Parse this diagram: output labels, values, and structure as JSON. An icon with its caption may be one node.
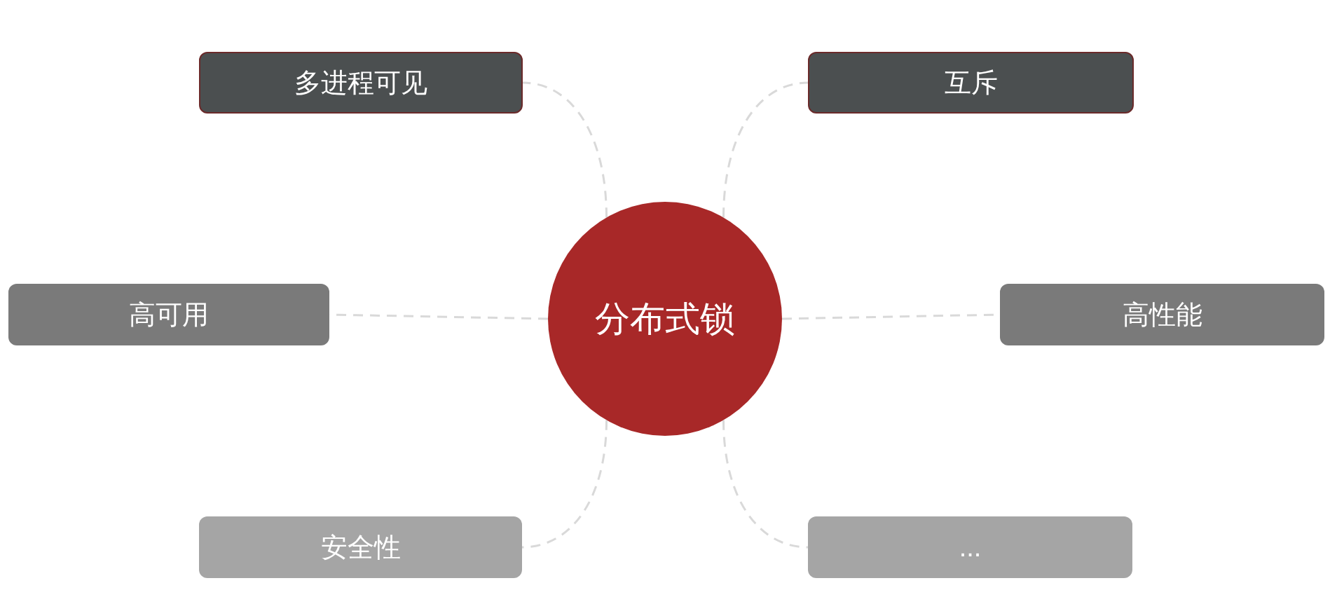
{
  "diagram": {
    "nodes": [
      {
        "text": [
          "多进程可见"
        ]
      },
      {
        "text": [
          "互斥"
        ]
      },
      {
        "text": [
          "高可用"
        ]
      },
      {
        "text": [
          "分布式锁"
        ]
      },
      {
        "text": [
          "高性能"
        ]
      },
      {
        "text": [
          "安全性"
        ]
      },
      {
        "text": [
          "..."
        ]
      }
    ],
    "edges": [
      {
        "from": 3,
        "to": 0,
        "arrow": "none",
        "style": "dashed"
      },
      {
        "from": 3,
        "to": 1,
        "arrow": "none",
        "style": "dashed"
      },
      {
        "from": 3,
        "to": 2,
        "arrow": "none",
        "style": "dashed"
      },
      {
        "from": 3,
        "to": 4,
        "arrow": "none",
        "style": "dashed"
      },
      {
        "from": 3,
        "to": 5,
        "arrow": "none",
        "style": "dashed"
      },
      {
        "from": 3,
        "to": 6,
        "arrow": "none",
        "style": "dashed"
      }
    ]
  }
}
